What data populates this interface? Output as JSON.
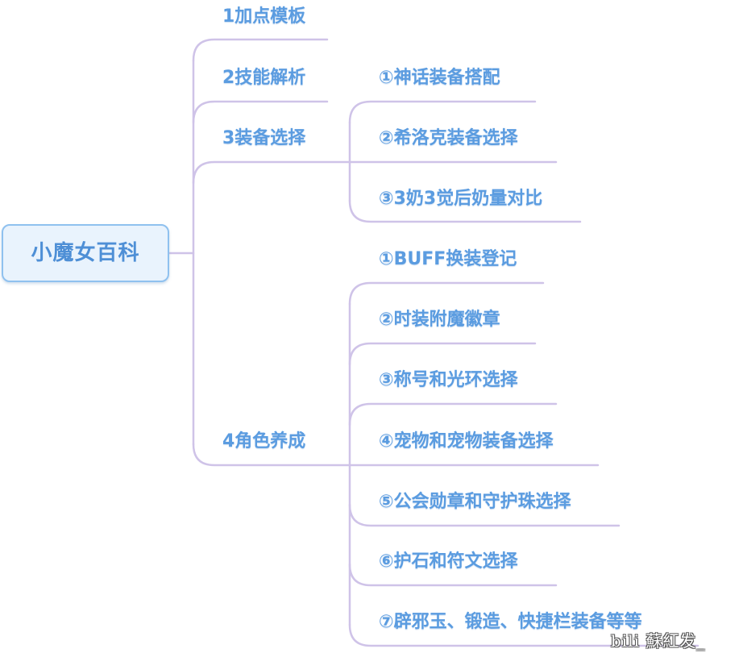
{
  "root": {
    "label": "小魔女百科"
  },
  "branches": [
    {
      "label": "1加点模板",
      "children": []
    },
    {
      "label": "2技能解析",
      "children": []
    },
    {
      "label": "3装备选择",
      "children": [
        "①神话装备搭配",
        "②希洛克装备选择",
        "③3奶3觉后奶量对比"
      ]
    },
    {
      "label": "4角色养成",
      "children": [
        "①BUFF换装登记",
        "②时装附魔徽章",
        "③称号和光环选择",
        "④宠物和宠物装备选择",
        "⑤公会勋章和守护珠选择",
        "⑥护石和符文选择",
        "⑦辟邪玉、锻造、快捷栏装备等等"
      ]
    }
  ],
  "watermark": {
    "text": "bili 蘇紅发_"
  },
  "colors": {
    "connector": "#cfc3e8",
    "node_text": "#5b9ce0",
    "root_border": "#8fc1ef",
    "root_fill": "#e9f3fd"
  }
}
